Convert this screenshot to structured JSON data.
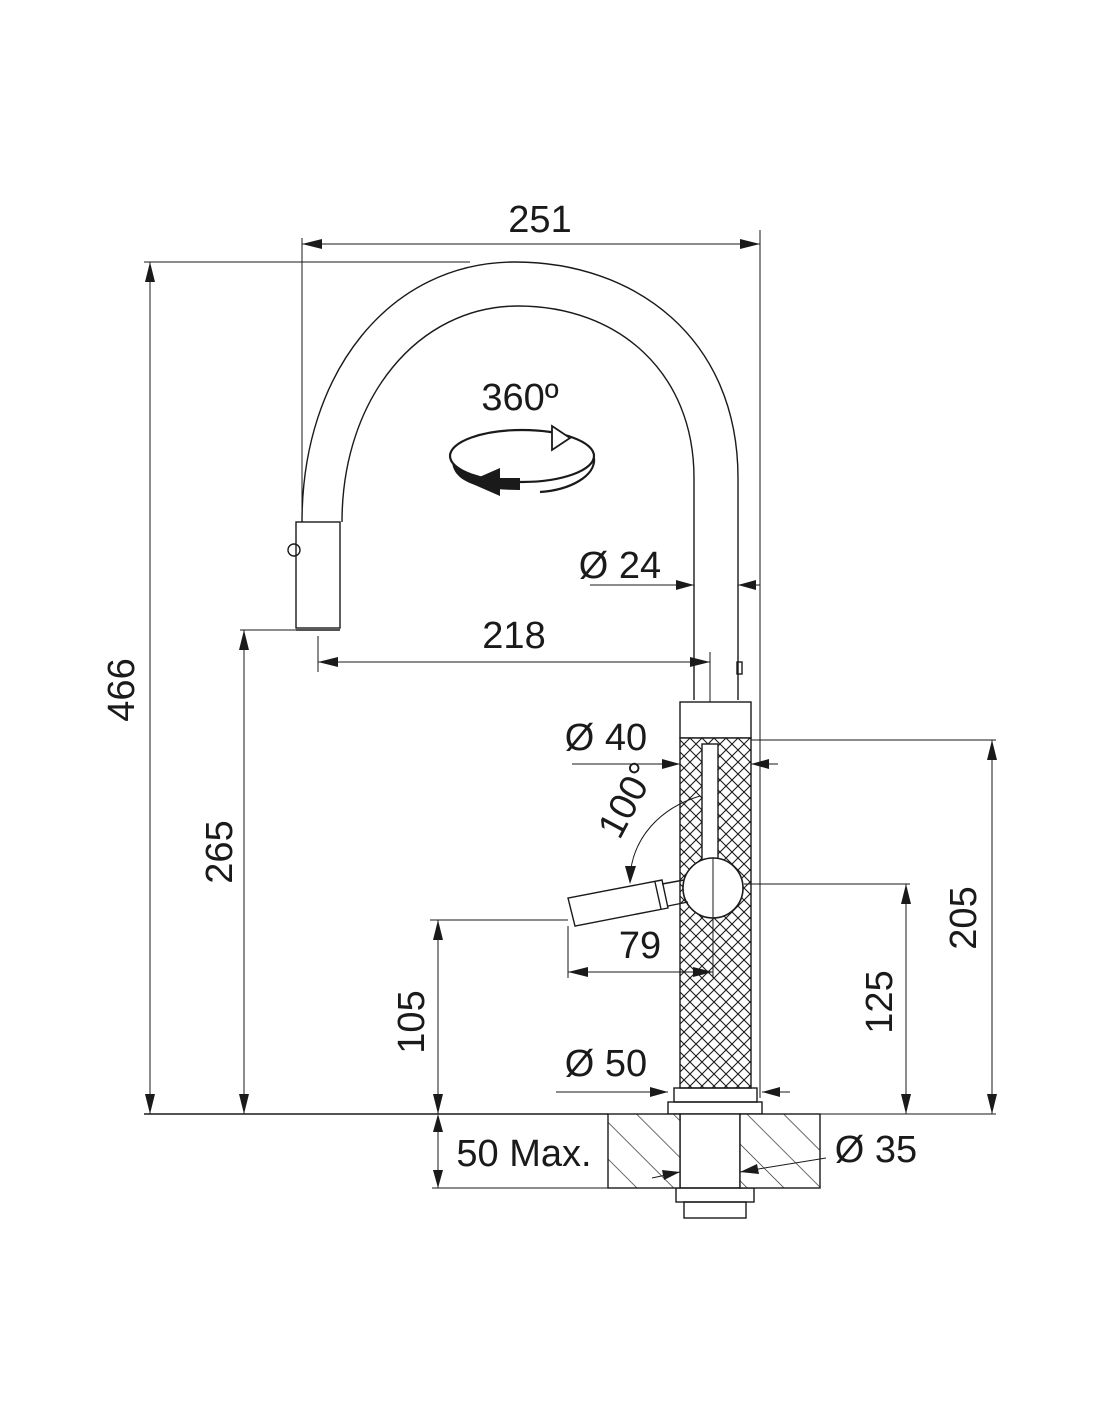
{
  "labels": {
    "width_overall": "251",
    "rotation": "360º",
    "diameter_spout": "Ø 24",
    "reach": "218",
    "height_total": "466",
    "height_outlet": "265",
    "diameter_body": "Ø 40",
    "lever_angle": "100°",
    "lever_reach": "79",
    "height_lever": "105",
    "diameter_base": "Ø 50",
    "height_lever_axis": "125",
    "height_body": "205",
    "countertop_thickness": "50 Max.",
    "diameter_hole": "Ø 35"
  },
  "icons": {
    "rotation_arrow": "rotation-arrow-icon"
  },
  "colors": {
    "line": "#1a1a1a",
    "background": "#ffffff"
  }
}
